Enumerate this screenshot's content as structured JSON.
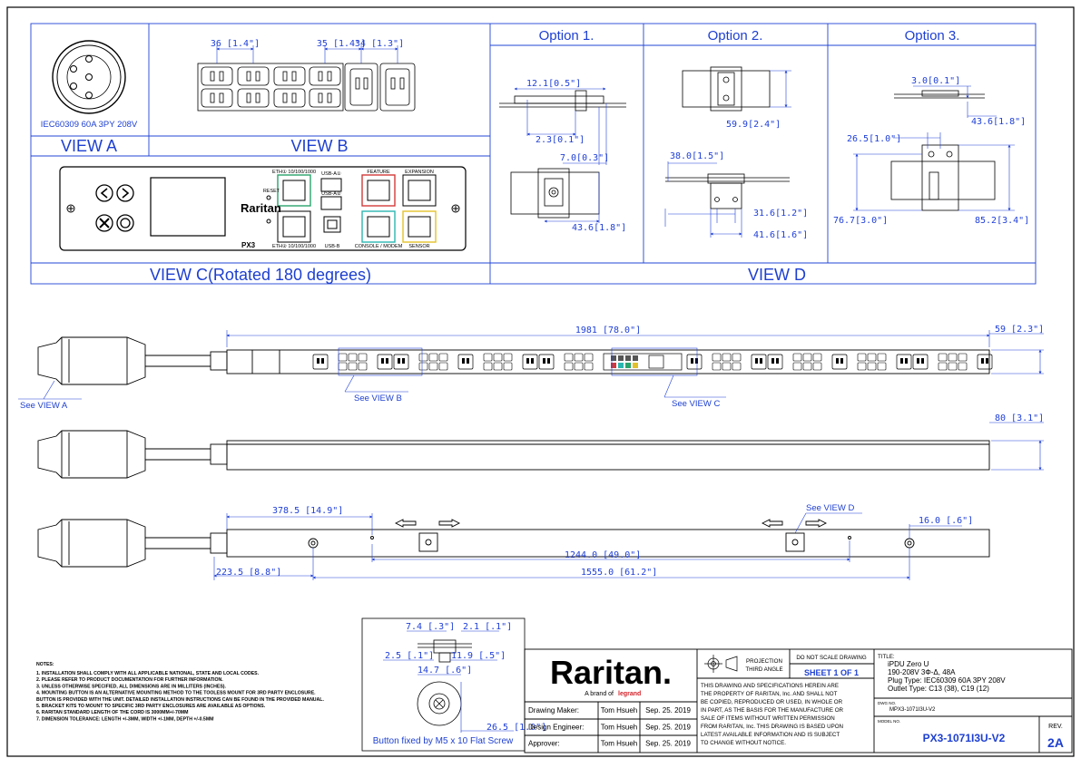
{
  "views": {
    "plug_label": "IEC60309 60A 3PY 208V",
    "view_a": "VIEW A",
    "view_b": "VIEW B",
    "view_c": "VIEW C(Rotated 180 degrees)",
    "view_d": "VIEW D",
    "option1": "Option 1.",
    "option2": "Option  2.",
    "option3": "Option 3."
  },
  "view_b_dims": {
    "d1": "36 [1.4\"]",
    "d2": "35 [1.4\"]",
    "d3": "34 [1.3\"]"
  },
  "view_c_labels": {
    "eth1": "ETH① 10/100/1000",
    "eth2": "ETH② 10/100/1000",
    "reset": "RESET",
    "usb_a1": "USB-A①",
    "usb_a2": "USB-A②",
    "usb_b": "USB-B",
    "feature": "FEATURE",
    "expansion": "EXPANSION",
    "console": "CONSOLE / MODEM",
    "sensor": "SENSOR",
    "brand": "Raritan",
    "px": "PX3"
  },
  "option_dims": {
    "o1_a": "12.1[0.5\"]",
    "o1_b": "2.3[0.1\"]",
    "o1_c": "7.0[0.3\"]",
    "o1_d": "43.6[1.8\"]",
    "o2_a": "59.9[2.4\"]",
    "o2_b": "38.0[1.5\"]",
    "o2_c": "31.6[1.2\"]",
    "o2_d": "41.6[1.6\"]",
    "o3_a": "3.0[0.1\"]",
    "o3_b": "43.6[1.8\"]",
    "o3_c": "26.5[1.0\"]",
    "o3_d": "76.7[3.0\"]",
    "o3_e": "85.2[3.4\"]"
  },
  "pdu_dims": {
    "length": "1981 [78.0\"]",
    "depth_front": "59 [2.3\"]",
    "depth_side": "80 [3.1\"]",
    "d_378": "378.5 [14.9\"]",
    "d_16": "16.0 [.6\"]",
    "d_1244": "1244.0 [49.0\"]",
    "d_223": "223.5 [8.8\"]",
    "d_1555": "1555.0 [61.2\"]",
    "see_a": "See VIEW A",
    "see_b": "See VIEW B",
    "see_c": "See VIEW C",
    "see_d": "See VIEW D"
  },
  "button_detail": {
    "d1": "7.4 [.3\"]",
    "d2": "2.1 [.1\"]",
    "d3": "2.5 [.1\"]",
    "d4": "11.9 [.5\"]",
    "d5": "14.7 [.6\"]",
    "d6": "26.5 [1.0\"]",
    "caption": "Button fixed by M5 x 10 Flat Screw"
  },
  "notes": {
    "title": "NOTES:",
    "items": [
      "1. INSTALLATION SHALL COMPLY WITH ALL APPLICABLE NATIONAL, STATE AND LOCAL CODES.",
      "2. PLEASE REFER TO PRODUCT DOCUMENTATION FOR FURTHER INFORMATION.",
      "3. UNLESS OTHERWISE SPECIFIED, ALL DIMENSIONS ARE IN MILLITERS (INCHES).",
      "4. MOUNTING BUTTON IS AN ALTERNATIVE MOUNTING METHOD TO THE TOOLESS MOUNT FOR 3RD PARTY ENCLOSURE.",
      "   BUTTON IS PROVIDED WITH THE UNIT. DETAILED INSTALLATION INSTRUCTIONS CAN BE FOUND IN THE PROVIDED MANUAL.",
      "5. BRACKET KITS TO MOUNT TO SPECIFIC 3RD PARTY ENCLOSURES ARE AVAILABLE AS OPTIONS.",
      "6. RARITAN STANDARD LENGTH OF THE CORD IS 3000MM+/-70MM",
      "7. DIMENSION TOLERANCE: LENGTH +/-3MM, WIDTH +/-1MM, DEPTH +/-0.5MM"
    ]
  },
  "title_block": {
    "logo": "Raritan.",
    "tagline_prefix": "A brand of",
    "tagline_brand": "legrand",
    "rows": [
      {
        "role": "Drawing Maker:",
        "name": "Tom Hsueh",
        "date": "Sep. 25. 2019"
      },
      {
        "role": "Design Engineer:",
        "name": "Tom Hsueh",
        "date": "Sep. 25. 2019"
      },
      {
        "role": "Approver:",
        "name": "Tom Hsueh",
        "date": "Sep. 25. 2019"
      }
    ],
    "projection_1": "PROJECTION",
    "projection_2": "THIRD ANGLE",
    "do_not_scale": "DO NOT SCALE DRAWING",
    "sheet": "SHEET 1 OF 1",
    "disclaimer": [
      "THIS DRAWING AND SPECIFICATIONS HEREIN ARE",
      "THE PROPERTY OF RARITAN, Inc. AND SHALL NOT",
      "BE COPIED, REPRODUCED OR USED, IN WHOLE OR",
      "IN PART, AS THE BASIS FOR THE MANUFACTURE OR",
      "SALE OF ITEMS WITHOUT WRITTEN PERMISSION",
      "FROM RARITAN, Inc. THIS DRAWING IS BASED UPON",
      "LATEST AVAILABLE INFORMATION AND IS SUBJECT",
      "TO CHANGE WITHOUT NOTICE."
    ],
    "title_label": "TITLE:",
    "title_lines": [
      "iPDU Zero U",
      "190-208V 3Φ-Δ, 48A",
      "Plug Type: IEC60309 60A 3PY 208V",
      "Outlet Type: C13 (38), C19 (12)"
    ],
    "dwg_label": "DWG NO.",
    "dwg_no": "MPX3-1071I3U-V2",
    "model_label": "MODEL NO.",
    "model_no": "PX3-1071I3U-V2",
    "rev_label": "REV.",
    "rev": "2A"
  }
}
